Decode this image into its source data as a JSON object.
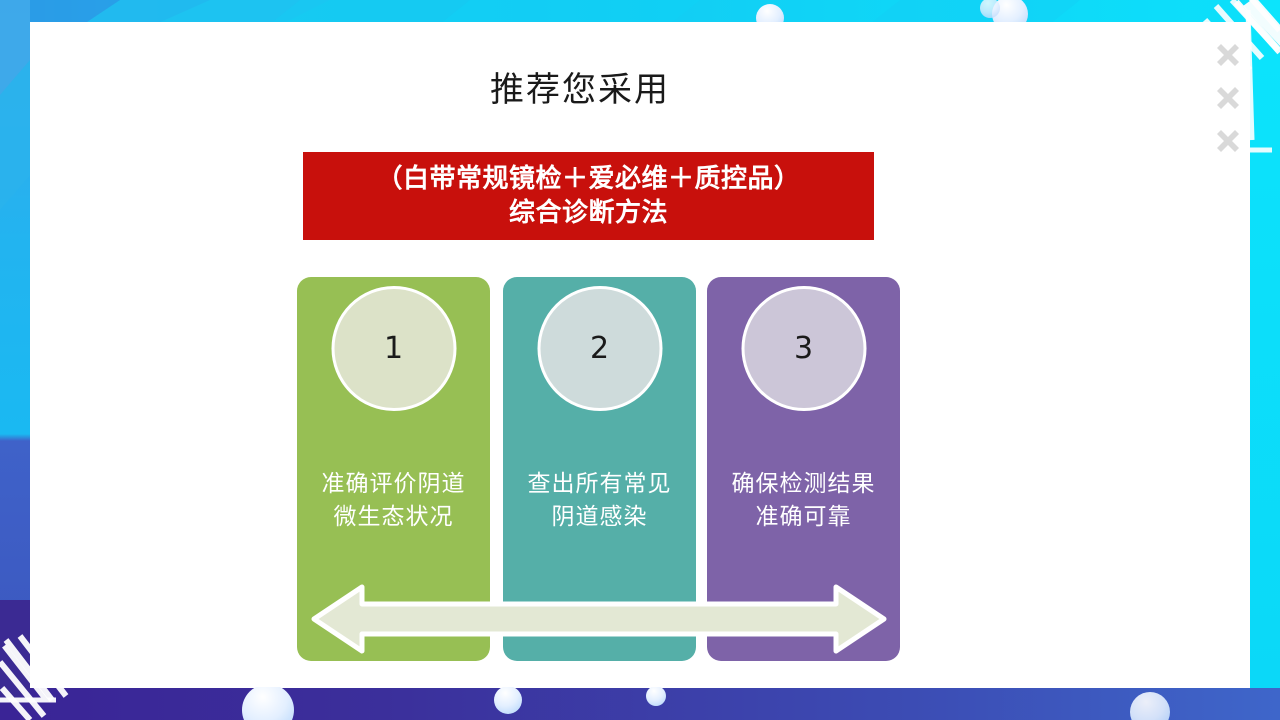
{
  "slide": {
    "title": "推荐您采用",
    "banner": {
      "line1": "（白带常规镜检＋爱必维＋质控品）",
      "line2": "综合诊断方法",
      "color": "#c8100c"
    },
    "columns": [
      {
        "number": "1",
        "caption_line1": "准确评价阴道",
        "caption_line2": "微生态状况",
        "color": "#97bf54",
        "circle_color": "#dce2c8"
      },
      {
        "number": "2",
        "caption_line1": "查出所有常见",
        "caption_line2": "阴道感染",
        "color": "#55afa8",
        "circle_color": "#cedbdb"
      },
      {
        "number": "3",
        "caption_line1": "确保检测结果",
        "caption_line2": "准确可靠",
        "color": "#7e63a8",
        "circle_color": "#ccc6d8"
      }
    ],
    "arrow": {
      "name": "double-headed-arrow",
      "fill": "#e3e8d4"
    },
    "decorations": {
      "crosses": [
        "×",
        "×",
        "×"
      ],
      "cross_color": "#d9d9d9",
      "top_band_color": "#12d4f5",
      "left_band_color": "#2ab3ec",
      "bottom_band_color": "#3b2f96",
      "accent_blue": "#3f6ed0"
    }
  }
}
